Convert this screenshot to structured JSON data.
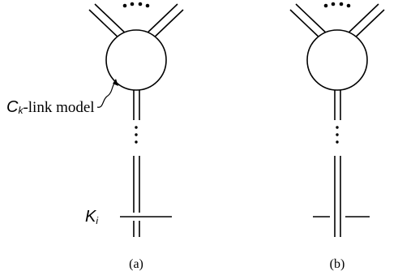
{
  "panels": [
    {
      "id": "a",
      "caption": "(a)",
      "callout_label_italic": "C",
      "callout_label_subscript": "k",
      "callout_label_rest": "-link model",
      "knot_label_italic": "K",
      "knot_label_subscript": "i"
    },
    {
      "id": "b",
      "caption": "(b)"
    }
  ],
  "colors": {
    "stroke": "#000000",
    "background": "#ffffff"
  }
}
